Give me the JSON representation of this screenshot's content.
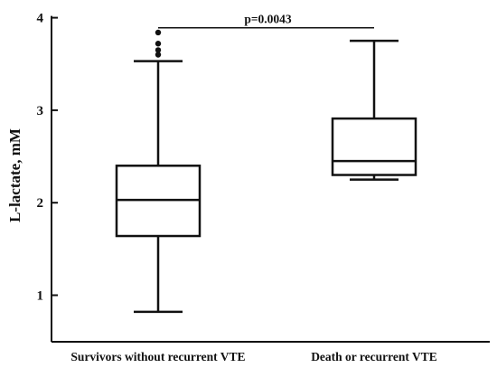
{
  "chart_data": {
    "type": "box",
    "ylabel": "L-lactate, mM",
    "xlabel": "",
    "ylim": [
      0.5,
      4.0
    ],
    "yticks": [
      1,
      2,
      3,
      4
    ],
    "grid": false,
    "categories": [
      "Survivors without recurrent VTE",
      "Death or recurrent VTE"
    ],
    "boxes": [
      {
        "category": "Survivors without recurrent VTE",
        "min": 0.82,
        "q1": 1.64,
        "median": 2.03,
        "q3": 2.4,
        "max": 3.53,
        "outliers": [
          3.6,
          3.65,
          3.72,
          3.84
        ]
      },
      {
        "category": "Death or recurrent VTE",
        "min": 2.25,
        "q1": 2.3,
        "median": 2.45,
        "q3": 2.91,
        "max": 3.75,
        "outliers": []
      }
    ],
    "annotation": {
      "text": "p=0.0043",
      "from": 0,
      "to": 1,
      "y": 3.95
    }
  }
}
